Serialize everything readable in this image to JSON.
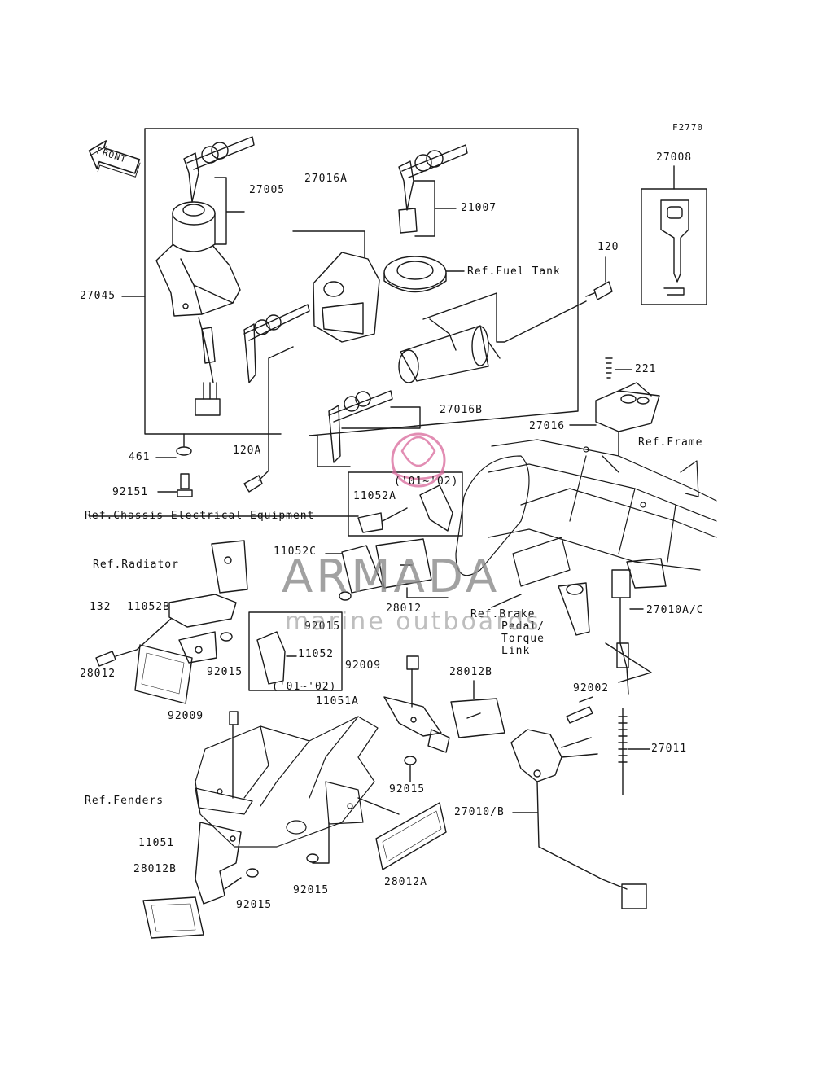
{
  "figure_code": "F2770",
  "front_label": "FRONT",
  "parts": {
    "p27005": "27005",
    "p27016A": "27016A",
    "p21007": "21007",
    "p27008": "27008",
    "p27045": "27045",
    "p120": "120",
    "p221": "221",
    "p27016B": "27016B",
    "p27016": "27016",
    "p461": "461",
    "p120A": "120A",
    "p92151": "92151",
    "p11052A": "11052A",
    "p11052C": "11052C",
    "p28012_top": "28012",
    "p92015_a": "92015",
    "p132": "132",
    "p11052B": "11052B",
    "p92015_b": "92015",
    "p28012_left": "28012",
    "p11052": "11052",
    "p92009_a": "92009",
    "p28012B_a": "28012B",
    "p11051A": "11051A",
    "p92002": "92002",
    "p27011": "27011",
    "p92009_b": "92009",
    "p92015_c": "92015",
    "p27010B": "27010/B",
    "p11051": "11051",
    "p28012B_b": "28012B",
    "p92015_d": "92015",
    "p92015_e": "92015",
    "p28012A": "28012A",
    "p27010AC": "27010A/C"
  },
  "refs": {
    "fuel_tank": "Ref.Fuel Tank",
    "frame": "Ref.Frame",
    "chassis": "Ref.Chassis Electrical Equipment",
    "radiator": "Ref.Radiator",
    "brake_1": "Ref.Brake",
    "brake_2": "Pedal/",
    "brake_3": "Torque",
    "brake_4": "Link",
    "fenders": "Ref.Fenders"
  },
  "years": {
    "top": "('01~'02)",
    "mid": "('01~'02)"
  },
  "watermark": {
    "brand": "ARMADA",
    "tagline": "marine outboards",
    "color": "#d9679a"
  }
}
